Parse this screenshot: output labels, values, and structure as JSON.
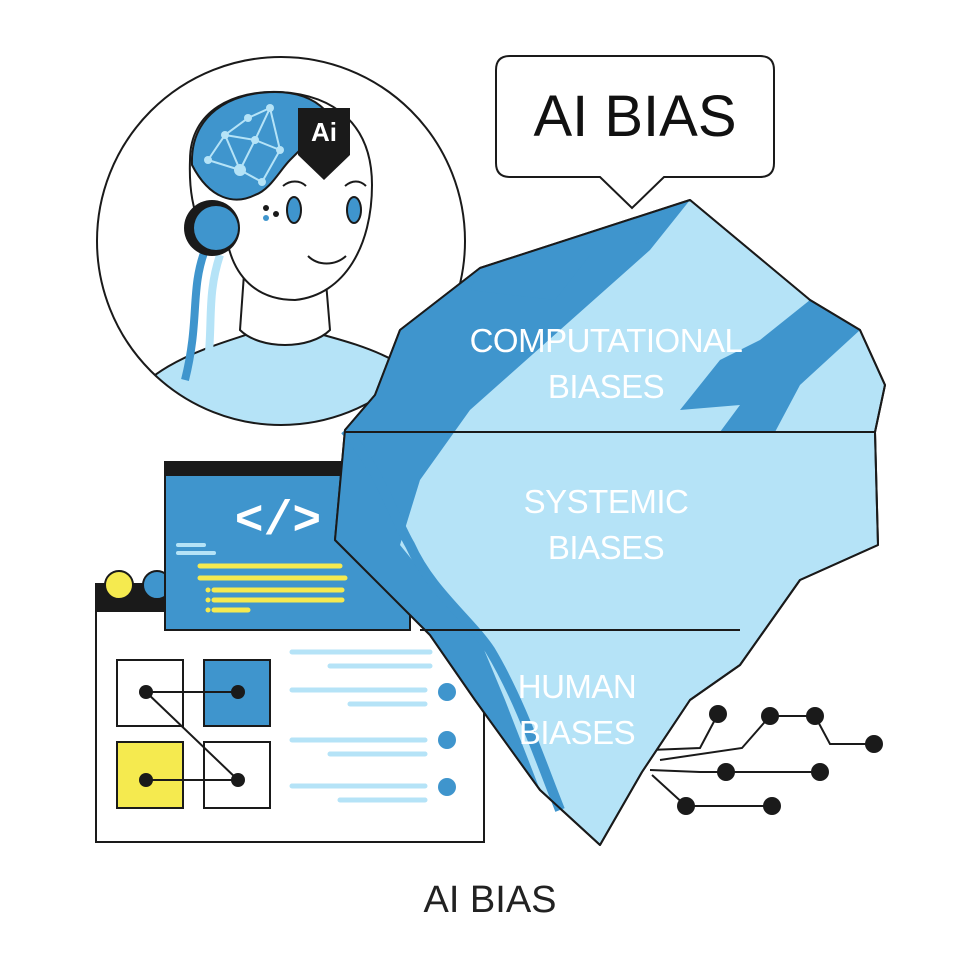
{
  "speech_bubble": {
    "text": "AI BIAS"
  },
  "robot": {
    "badge_text": "Ai"
  },
  "code_window": {
    "code_symbol": "</>"
  },
  "iceberg": {
    "layers": [
      {
        "line1": "COMPUTATIONAL",
        "line2": "BIASES"
      },
      {
        "line1": "SYSTEMIC",
        "line2": "BIASES"
      },
      {
        "line1": "HUMAN",
        "line2": "BIASES"
      }
    ]
  },
  "caption": {
    "text": "AI BIAS"
  },
  "colors": {
    "primary_blue": "#3f95cd",
    "light_blue": "#b5e3f7",
    "yellow": "#f5ea4f",
    "outline": "#1a1a1a"
  },
  "icons": [
    "robot-head-avatar",
    "ai-badge-icon",
    "headphones-icon",
    "code-icon",
    "network-diagram-icon",
    "circuit-lines-icon",
    "iceberg-illustration"
  ]
}
